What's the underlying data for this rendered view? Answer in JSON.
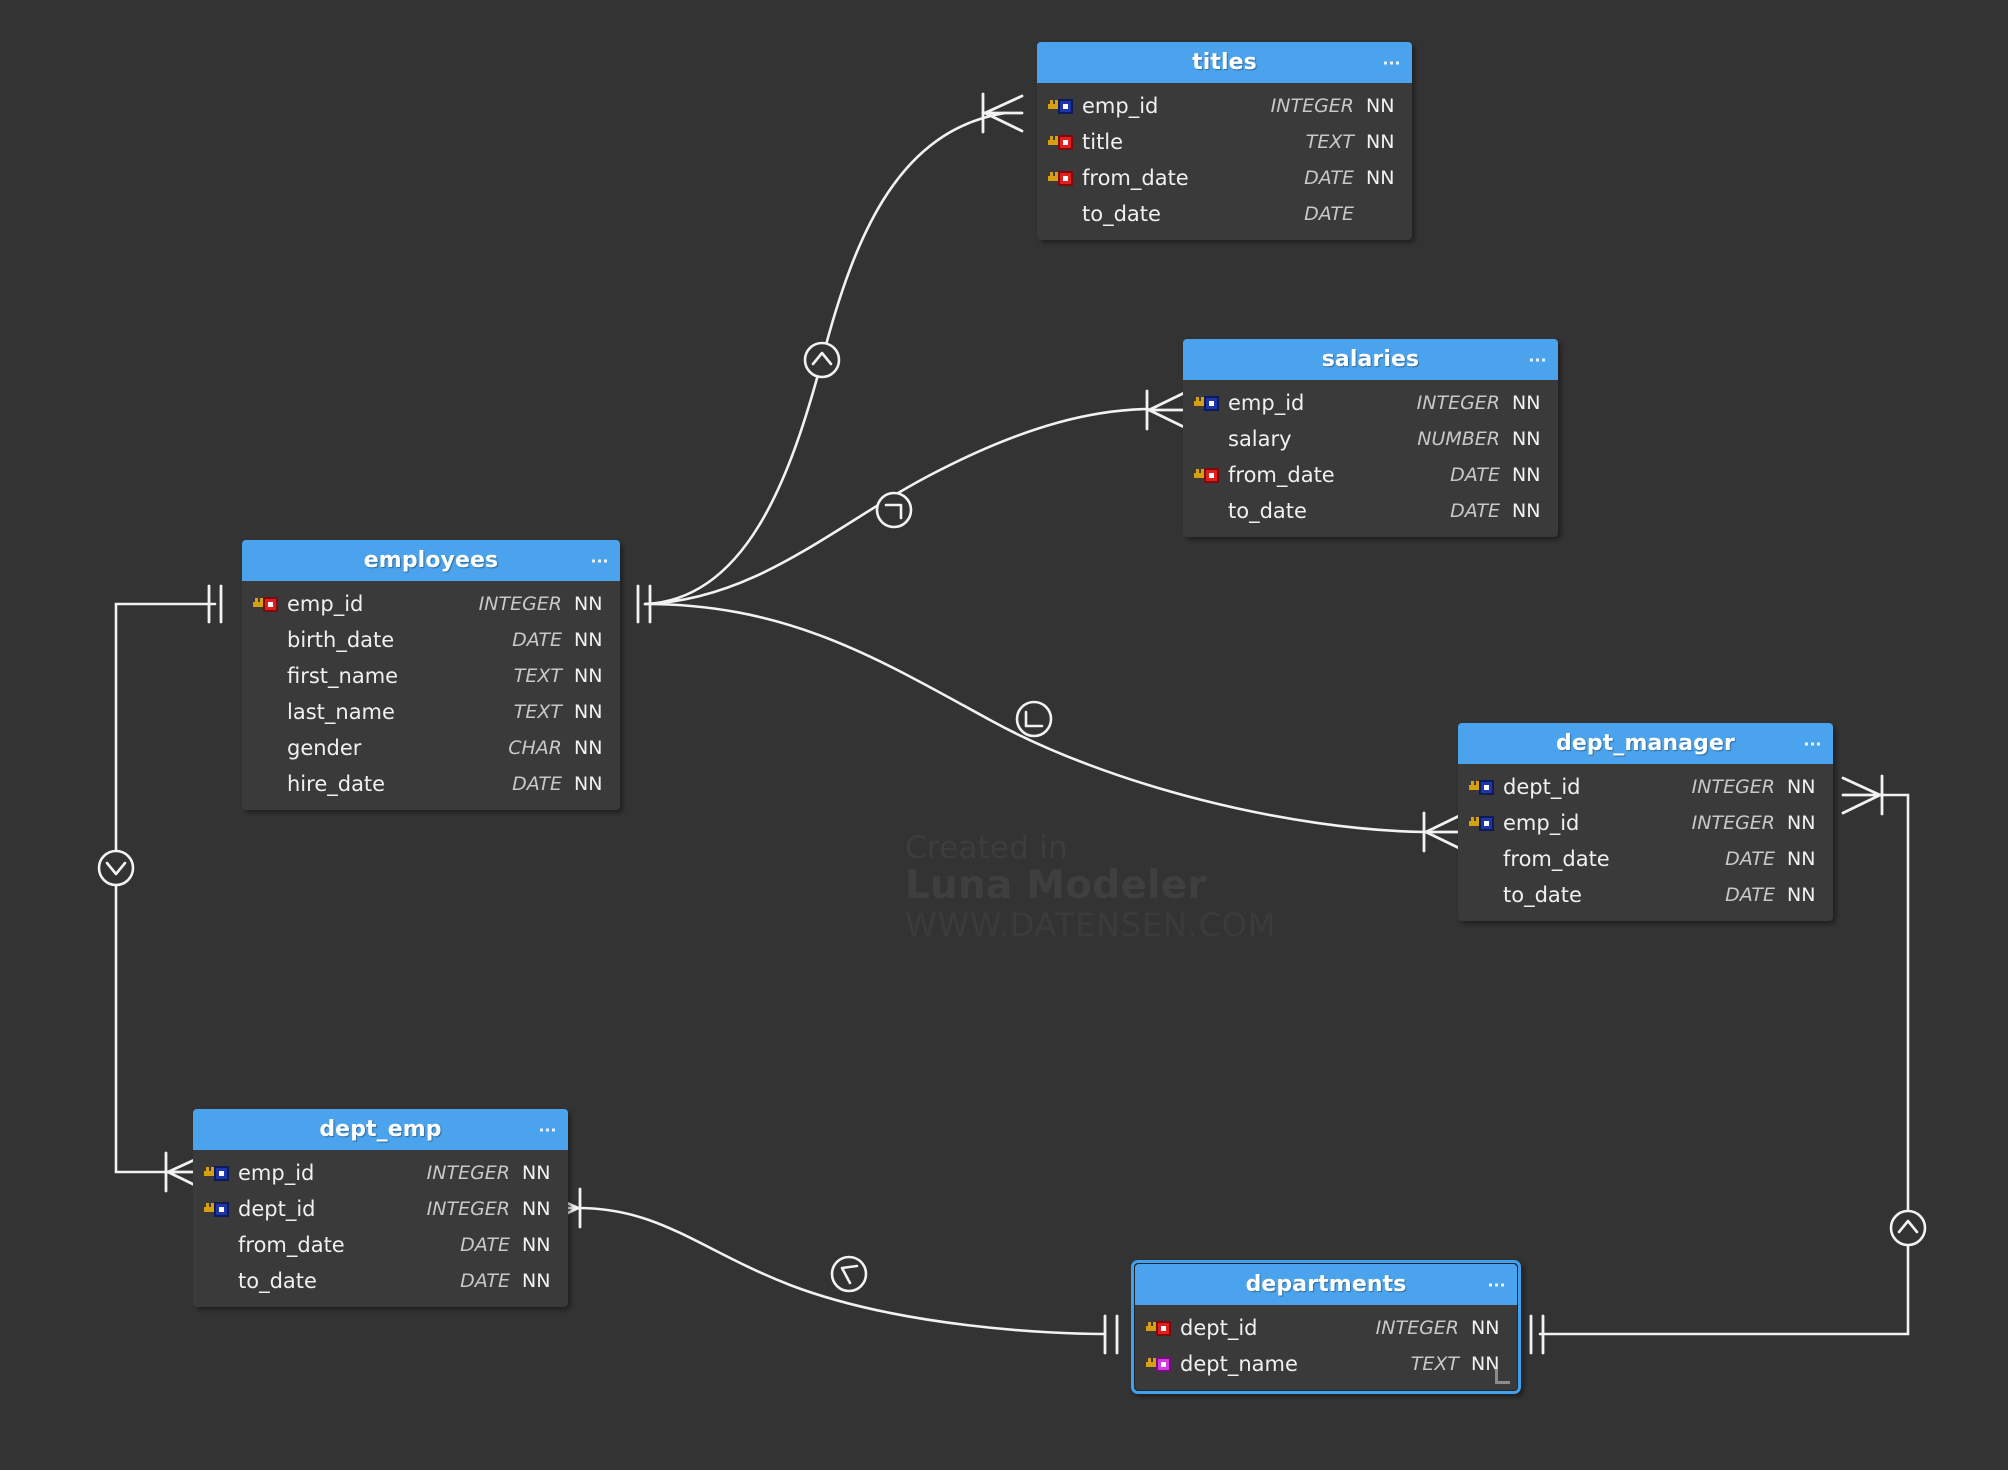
{
  "app": {
    "background_color": "#333333",
    "table_header_color": "#4aa3ec",
    "table_body_color": "#3a3a3a",
    "selection_color": "#3fa0ef",
    "relation_line_color": "#f2f2f2"
  },
  "watermark": {
    "line1": "Created in",
    "line2": "Luna Modeler",
    "line3": "WWW.DATENSEN.COM"
  },
  "tables": [
    {
      "id": "titles",
      "name": "titles",
      "menu_icon": "ellipsis-icon",
      "selected": false,
      "columns": [
        {
          "name": "emp_id",
          "type": "INTEGER",
          "nn": "NN",
          "key": "fk"
        },
        {
          "name": "title",
          "type": "TEXT",
          "nn": "NN",
          "key": "pk"
        },
        {
          "name": "from_date",
          "type": "DATE",
          "nn": "NN",
          "key": "pk"
        },
        {
          "name": "to_date",
          "type": "DATE",
          "nn": "",
          "key": ""
        }
      ]
    },
    {
      "id": "salaries",
      "name": "salaries",
      "menu_icon": "ellipsis-icon",
      "selected": false,
      "columns": [
        {
          "name": "emp_id",
          "type": "INTEGER",
          "nn": "NN",
          "key": "fk"
        },
        {
          "name": "salary",
          "type": "NUMBER",
          "nn": "NN",
          "key": ""
        },
        {
          "name": "from_date",
          "type": "DATE",
          "nn": "NN",
          "key": "pk"
        },
        {
          "name": "to_date",
          "type": "DATE",
          "nn": "NN",
          "key": ""
        }
      ]
    },
    {
      "id": "employees",
      "name": "employees",
      "menu_icon": "ellipsis-icon",
      "selected": false,
      "columns": [
        {
          "name": "emp_id",
          "type": "INTEGER",
          "nn": "NN",
          "key": "pk"
        },
        {
          "name": "birth_date",
          "type": "DATE",
          "nn": "NN",
          "key": ""
        },
        {
          "name": "first_name",
          "type": "TEXT",
          "nn": "NN",
          "key": ""
        },
        {
          "name": "last_name",
          "type": "TEXT",
          "nn": "NN",
          "key": ""
        },
        {
          "name": "gender",
          "type": "CHAR",
          "nn": "NN",
          "key": ""
        },
        {
          "name": "hire_date",
          "type": "DATE",
          "nn": "NN",
          "key": ""
        }
      ]
    },
    {
      "id": "dept_manager",
      "name": "dept_manager",
      "menu_icon": "ellipsis-icon",
      "selected": false,
      "columns": [
        {
          "name": "dept_id",
          "type": "INTEGER",
          "nn": "NN",
          "key": "fk"
        },
        {
          "name": "emp_id",
          "type": "INTEGER",
          "nn": "NN",
          "key": "fk"
        },
        {
          "name": "from_date",
          "type": "DATE",
          "nn": "NN",
          "key": ""
        },
        {
          "name": "to_date",
          "type": "DATE",
          "nn": "NN",
          "key": ""
        }
      ]
    },
    {
      "id": "dept_emp",
      "name": "dept_emp",
      "menu_icon": "ellipsis-icon",
      "selected": false,
      "columns": [
        {
          "name": "emp_id",
          "type": "INTEGER",
          "nn": "NN",
          "key": "fk"
        },
        {
          "name": "dept_id",
          "type": "INTEGER",
          "nn": "NN",
          "key": "fk"
        },
        {
          "name": "from_date",
          "type": "DATE",
          "nn": "NN",
          "key": ""
        },
        {
          "name": "to_date",
          "type": "DATE",
          "nn": "NN",
          "key": ""
        }
      ]
    },
    {
      "id": "departments",
      "name": "departments",
      "menu_icon": "ellipsis-icon",
      "selected": true,
      "columns": [
        {
          "name": "dept_id",
          "type": "INTEGER",
          "nn": "NN",
          "key": "pk"
        },
        {
          "name": "dept_name",
          "type": "TEXT",
          "nn": "NN",
          "key": "uq"
        }
      ]
    }
  ],
  "relationships": [
    {
      "id": "employees-titles",
      "from": "employees",
      "to": "titles",
      "from_cardinality": "one",
      "to_cardinality": "many",
      "badge_icon": "chevron-up-icon"
    },
    {
      "id": "employees-salaries",
      "from": "employees",
      "to": "salaries",
      "from_cardinality": "one",
      "to_cardinality": "many",
      "badge_icon": "elbow-up-right-icon"
    },
    {
      "id": "employees-dept_manager",
      "from": "employees",
      "to": "dept_manager",
      "from_cardinality": "one",
      "to_cardinality": "many",
      "badge_icon": "elbow-down-right-icon"
    },
    {
      "id": "employees-dept_emp",
      "from": "employees",
      "to": "dept_emp",
      "from_cardinality": "one",
      "to_cardinality": "many",
      "badge_icon": "chevron-down-icon"
    },
    {
      "id": "dept_emp-departments",
      "from": "dept_emp",
      "to": "departments",
      "from_cardinality": "many",
      "to_cardinality": "one",
      "badge_icon": "elbow-up-left-icon"
    },
    {
      "id": "departments-dept_manager",
      "from": "departments",
      "to": "dept_manager",
      "from_cardinality": "one",
      "to_cardinality": "many",
      "badge_icon": "chevron-up-icon"
    }
  ]
}
